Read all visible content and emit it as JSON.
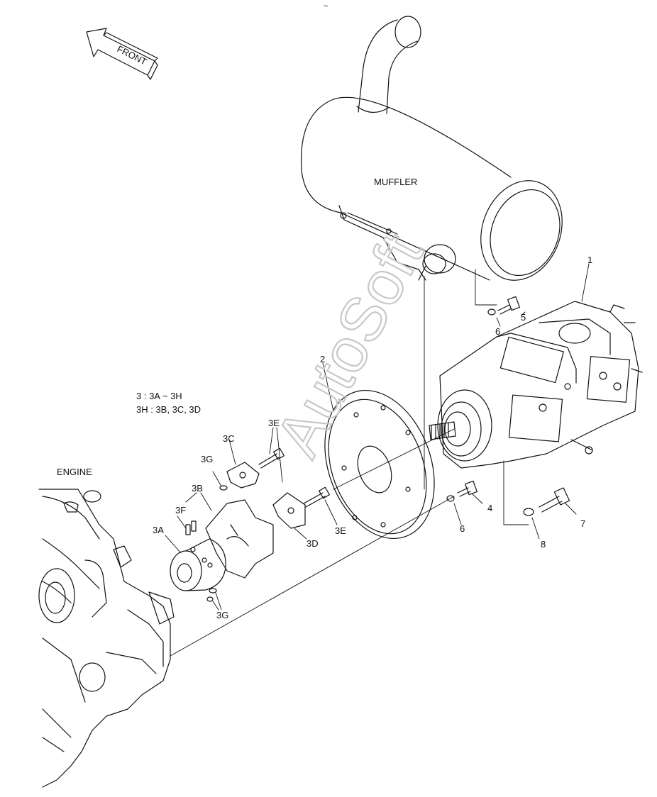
{
  "labels": {
    "front": "FRONT",
    "muffler": "MUFFLER",
    "engine": "ENGINE",
    "note_line1": "3 : 3A ~ 3H",
    "note_line2": "3H : 3B, 3C, 3D",
    "top_mark": "~"
  },
  "callouts": {
    "p1": "1",
    "p2": "2",
    "p3a": "3A",
    "p3b": "3B",
    "p3c": "3C",
    "p3d": "3D",
    "p3e_top": "3E",
    "p3e_bottom": "3E",
    "p3f": "3F",
    "p3g_top": "3G",
    "p3g_bottom": "3G",
    "p4": "4",
    "p5": "5",
    "p6_top": "6",
    "p6_bottom": "6",
    "p7": "7",
    "p8": "8"
  },
  "watermark": "AutoSoft",
  "colors": {
    "line": "#111111",
    "watermark": "#c8c8c8"
  }
}
